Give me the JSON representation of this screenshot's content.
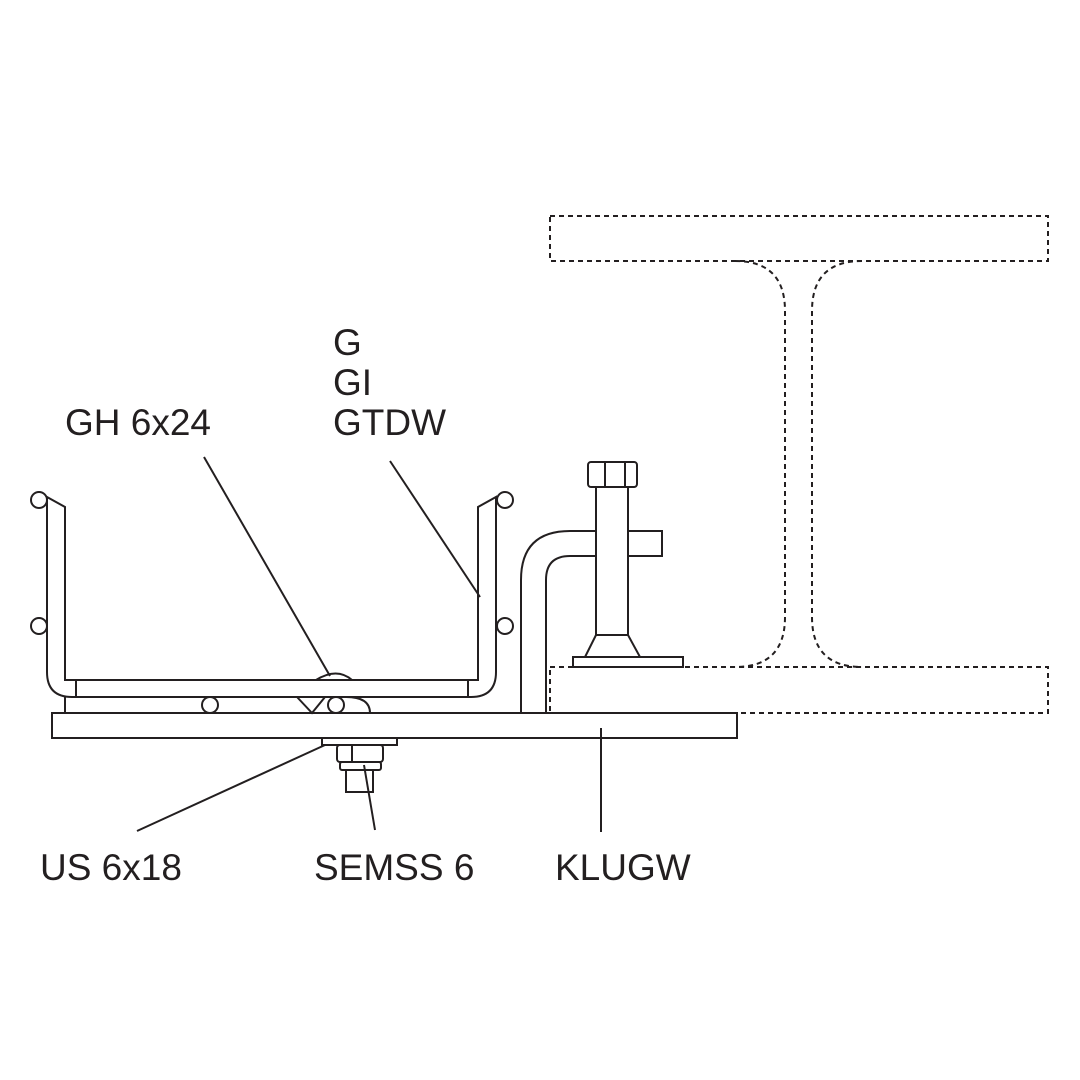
{
  "labels": {
    "gh": "GH 6x24",
    "g": "G",
    "gi": "GI",
    "gtdw": "GTDW",
    "us": "US 6x18",
    "semss": "SEMSS 6",
    "klugw": "KLUGW"
  },
  "colors": {
    "line": "#231f20",
    "background": "#ffffff"
  }
}
